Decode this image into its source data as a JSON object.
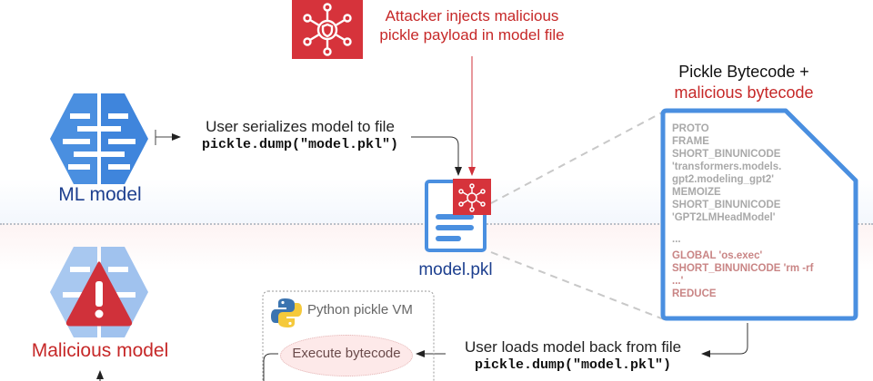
{
  "attacker": {
    "icon": "virus-network-shield-icon",
    "text_line1": "Attacker injects malicious",
    "text_line2": "pickle payload in model file"
  },
  "ml_model": {
    "icon": "brain-icon",
    "label": "ML model"
  },
  "serialize": {
    "text": "User serializes model to file",
    "code": "pickle.dump(\"model.pkl\")"
  },
  "file": {
    "icon": "document-icon",
    "badge_icon": "virus-network-shield-icon",
    "label": "model.pkl"
  },
  "bytecode": {
    "title_line1": "Pickle Bytecode +",
    "title_line2": "malicious bytecode",
    "normal_lines": [
      "PROTO",
      "FRAME",
      "SHORT_BINUNICODE",
      "'transformers.models.",
      "gpt2.modeling_gpt2'",
      "MEMOIZE",
      "SHORT_BINUNICODE",
      "'GPT2LMHeadModel'"
    ],
    "ellipsis": "...",
    "malicious_lines": [
      "GLOBAL 'os.exec'",
      "SHORT_BINUNICODE 'rm -rf",
      "...'",
      "REDUCE"
    ]
  },
  "malicious_model": {
    "icon": "warning-brain-icon",
    "label": "Malicious model"
  },
  "vm": {
    "icon": "python-logo-icon",
    "title": "Python pickle VM",
    "step": "Execute bytecode"
  },
  "load": {
    "text": "User loads model back from file",
    "code": "pickle.dump(\"model.pkl\")"
  },
  "colors": {
    "blue": "#4a8fe0",
    "red": "#d0313a",
    "dark_red": "#b71c1c",
    "navy": "#1d3f8f",
    "gray_code": "#a9a9a9",
    "malicious_code": "#c98585"
  }
}
